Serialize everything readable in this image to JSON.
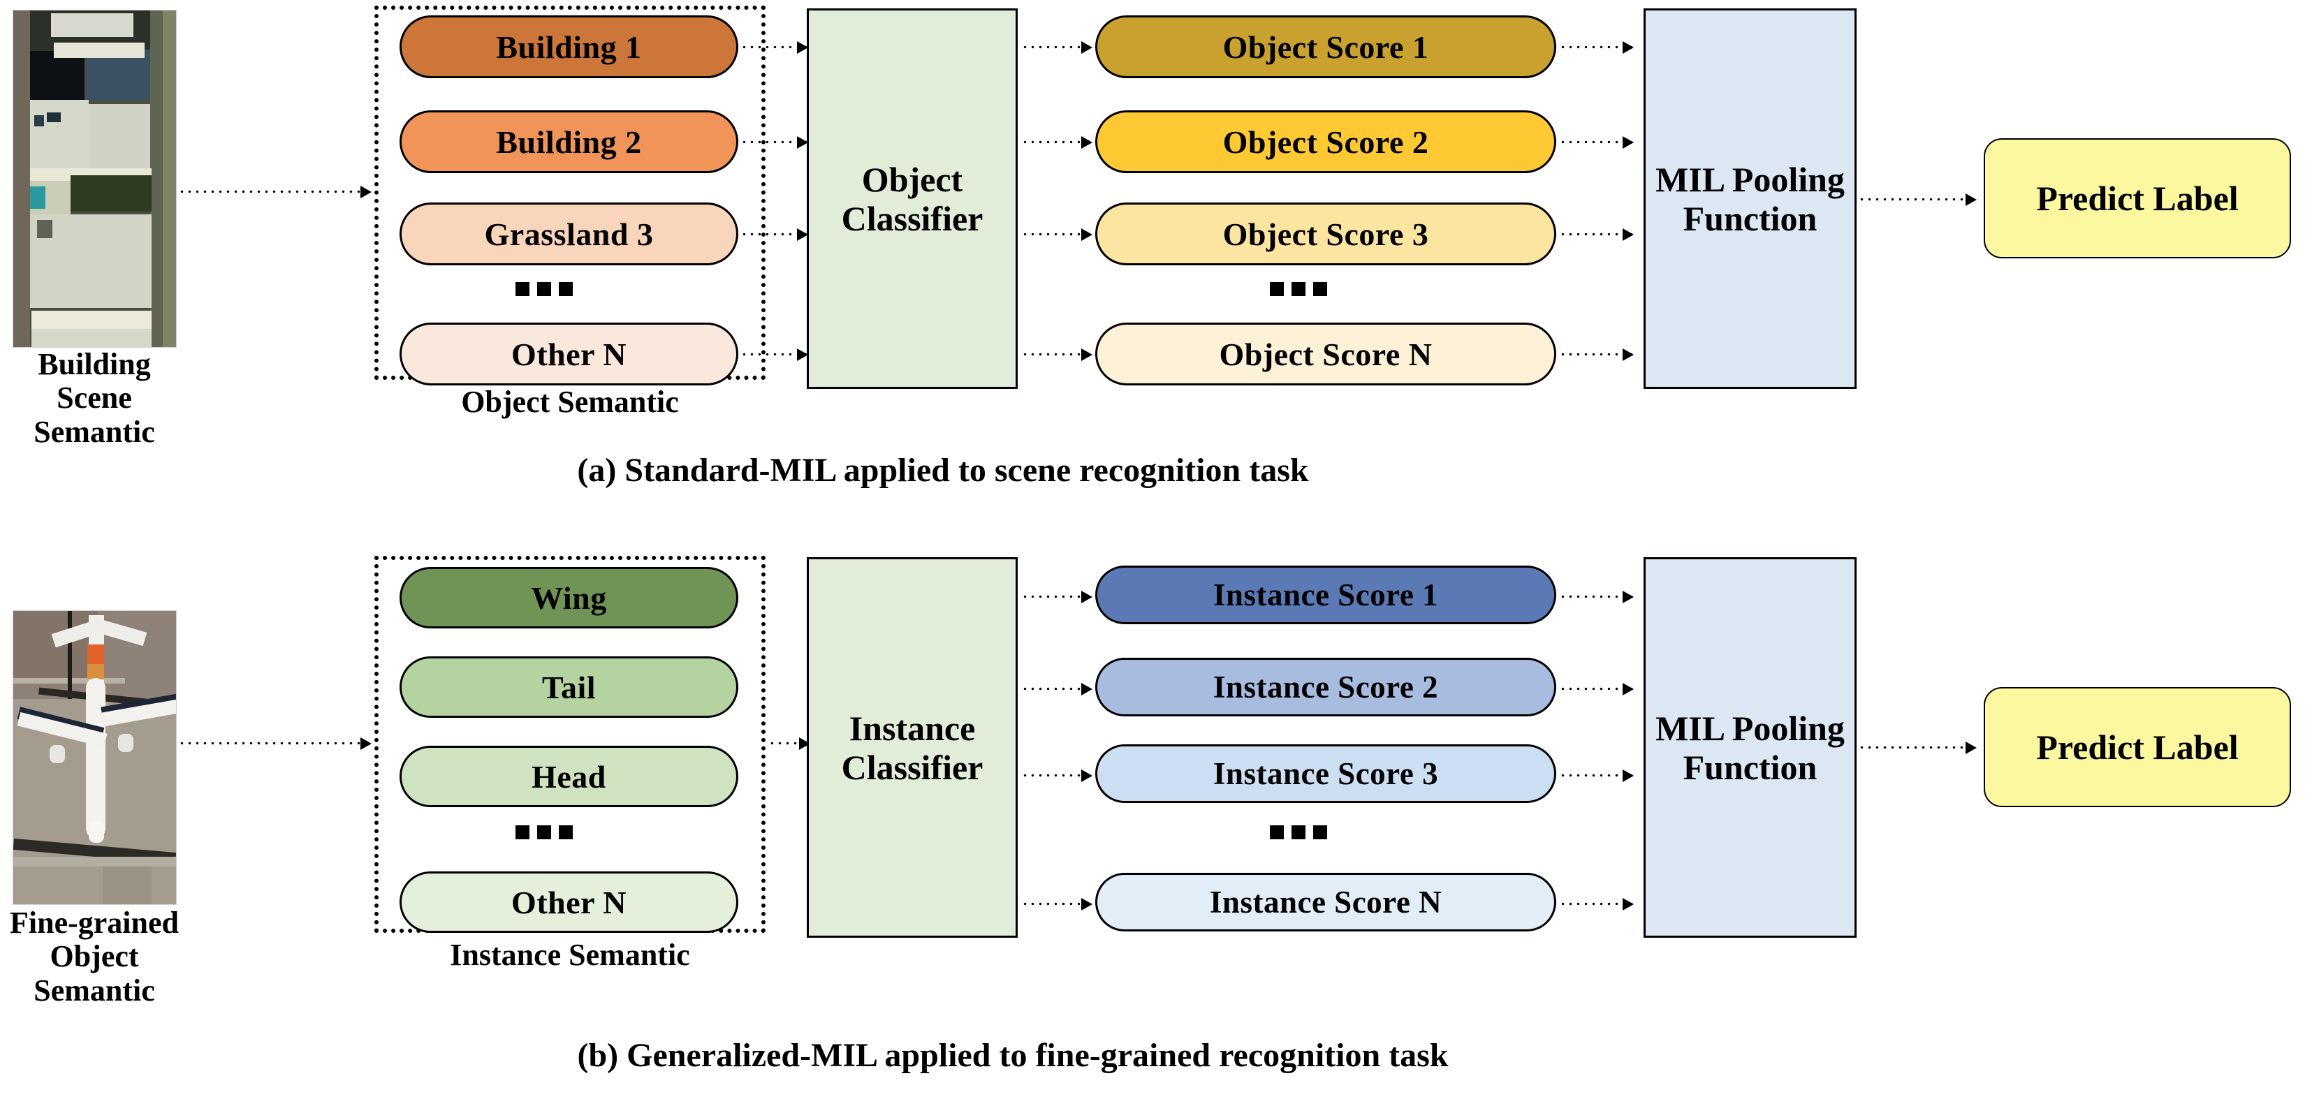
{
  "figure": {
    "panels": [
      {
        "id": "a",
        "caption": "(a) Standard-MIL applied to scene recognition task",
        "input_image": {
          "name": "building-scene-thumbnail",
          "label_line1": "Building Scene",
          "label_line2": "Semantic"
        },
        "group_label": "Object Semantic",
        "semantic_items": [
          {
            "label": "Building 1",
            "color": "#CC7739"
          },
          {
            "label": "Building 2",
            "color": "#F0945A"
          },
          {
            "label": "Grassland 3",
            "color": "#F9D5BC"
          },
          {
            "label": "Other N",
            "color": "#FBE8DC"
          }
        ],
        "classifier": {
          "line1": "Object",
          "line2": "Classifier",
          "color": "#E2EDD9"
        },
        "scores": [
          {
            "label": "Object Score 1",
            "color": "#C8A12E"
          },
          {
            "label": "Object Score 2",
            "color": "#FFC933"
          },
          {
            "label": "Object Score 3",
            "color": "#FCE5A0"
          },
          {
            "label": "Object Score N",
            "color": "#FDF1D8"
          }
        ],
        "pooling": {
          "line1": "MIL Pooling",
          "line2": "Function",
          "color": "#DCE7F3"
        },
        "output": {
          "label": "Predict Label",
          "color": "#FBF8A0"
        },
        "ellipsis": "......"
      },
      {
        "id": "b",
        "caption": "(b) Generalized-MIL applied to fine-grained recognition task",
        "input_image": {
          "name": "airplane-thumbnail",
          "label_line1": "Fine-grained",
          "label_line2": "Object Semantic"
        },
        "group_label": "Instance Semantic",
        "semantic_items": [
          {
            "label": "Wing",
            "color": "#709456"
          },
          {
            "label": "Tail",
            "color": "#B5D3A0"
          },
          {
            "label": "Head",
            "color": "#CFE3C0"
          },
          {
            "label": "Other N",
            "color": "#E4EFDC"
          }
        ],
        "classifier": {
          "line1": "Instance",
          "line2": "Classifier",
          "color": "#E2EDD9"
        },
        "scores": [
          {
            "label": "Instance Score 1",
            "color": "#5B7AB5"
          },
          {
            "label": "Instance  Score 2",
            "color": "#A8BCE0"
          },
          {
            "label": "Instance Score 3",
            "color": "#CCDFF2"
          },
          {
            "label": "Instance Score N",
            "color": "#E2EDF8"
          }
        ],
        "pooling": {
          "line1": "MIL Pooling",
          "line2": "Function",
          "color": "#DCE7F3"
        },
        "output": {
          "label": "Predict Label",
          "color": "#FBF8A0"
        },
        "ellipsis": "......"
      }
    ],
    "colors": {
      "stroke": "#000000",
      "background": "#FFFFFF",
      "classifier_green": "#E2EDD9",
      "pooling_blue": "#DCE7F3",
      "predict_yellow": "#FBF8A0"
    }
  }
}
